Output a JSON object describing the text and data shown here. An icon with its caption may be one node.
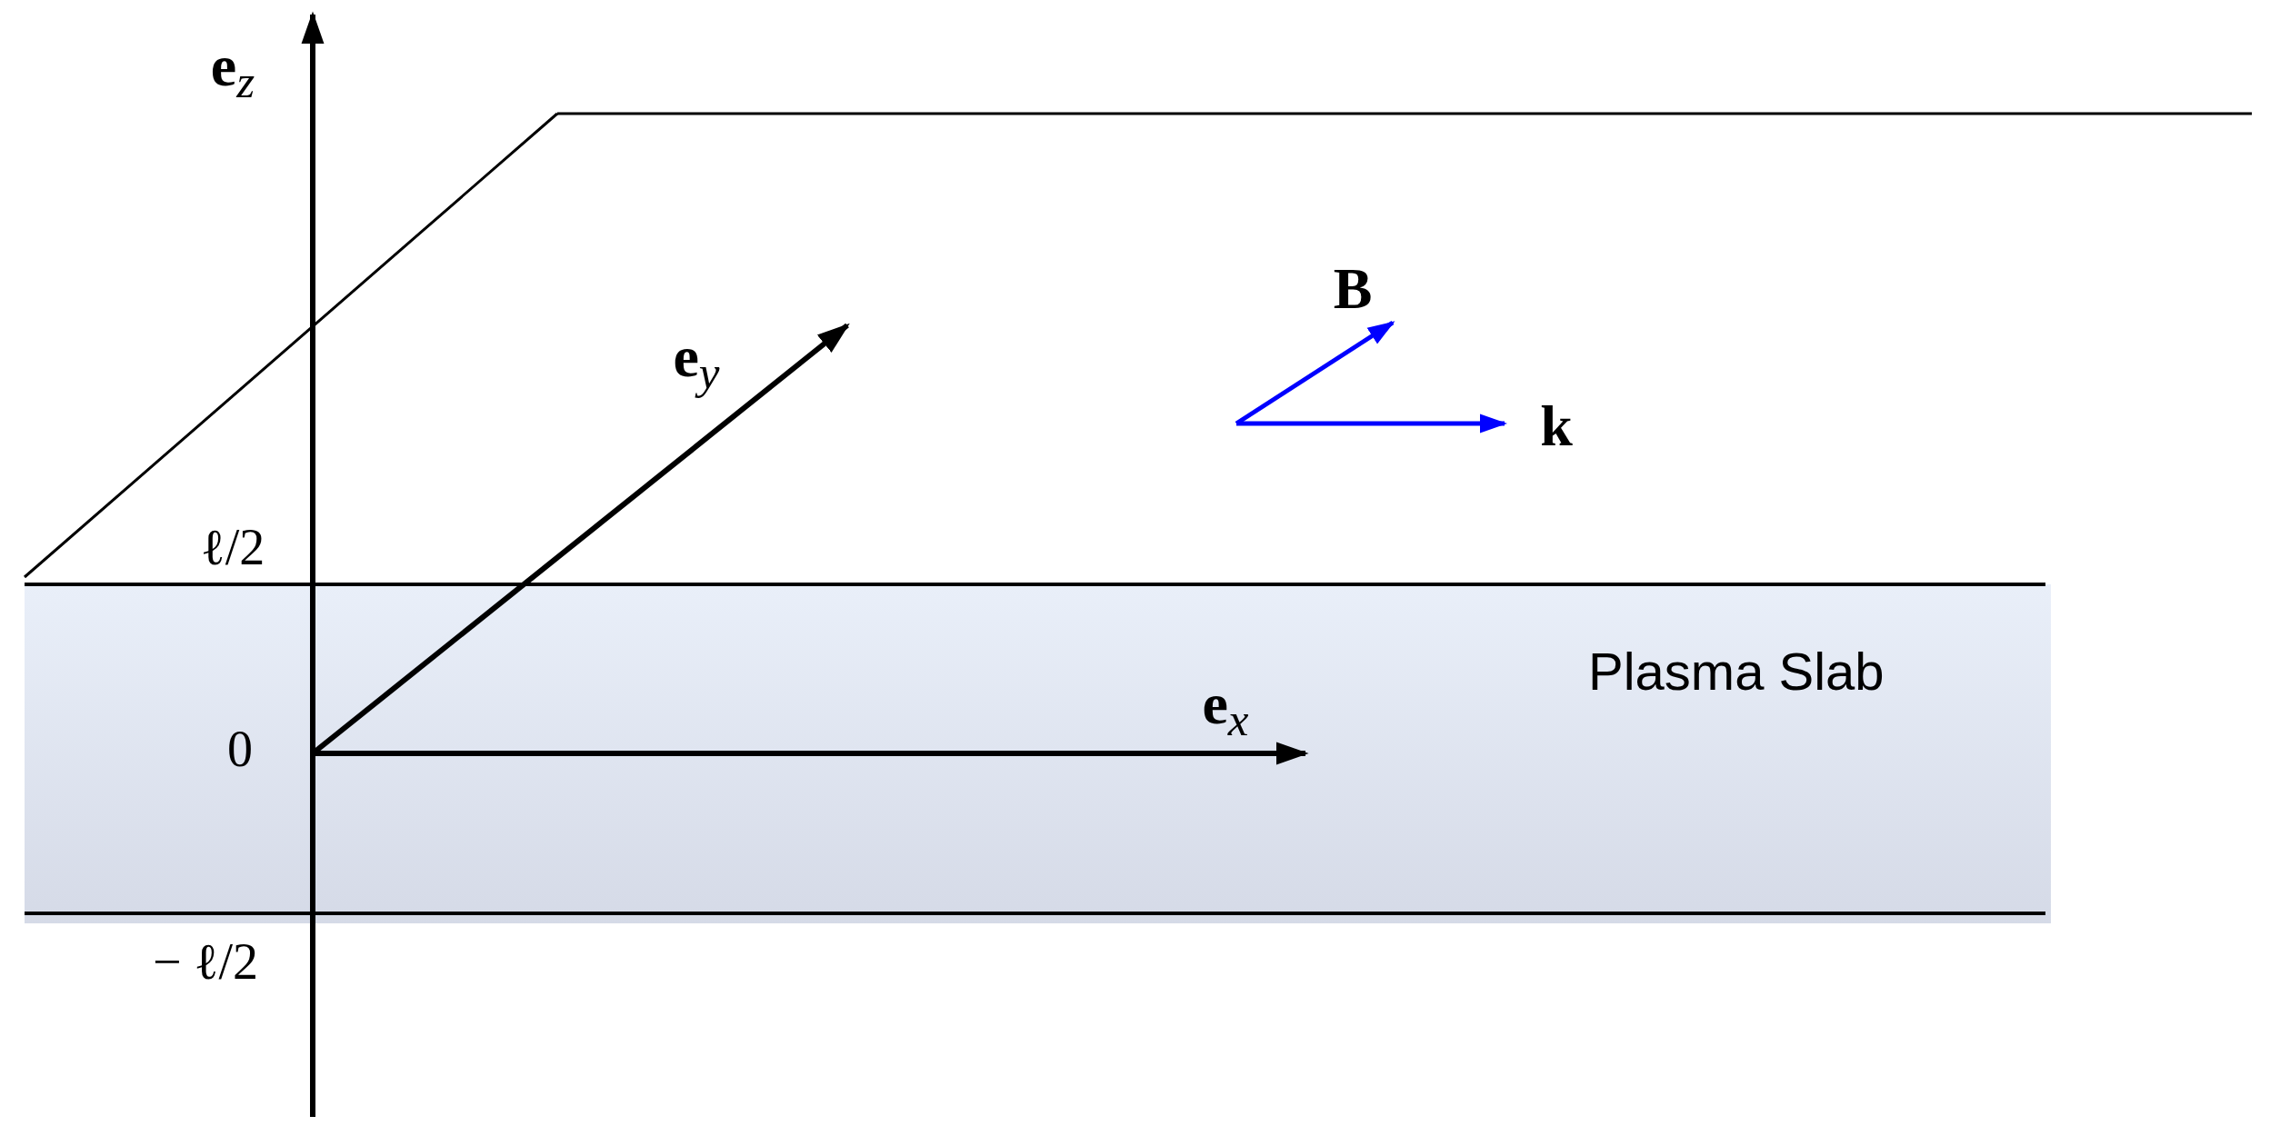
{
  "diagram": {
    "nodes": [
      {
        "text": [
          "Plasma Slab"
        ]
      }
    ],
    "labels": [
      "**e**$_{z}$",
      "B",
      "**e**$_{y}$",
      "k",
      "ℓ/2",
      "**e**$_{x}$",
      "0",
      "− ℓ/2"
    ]
  }
}
